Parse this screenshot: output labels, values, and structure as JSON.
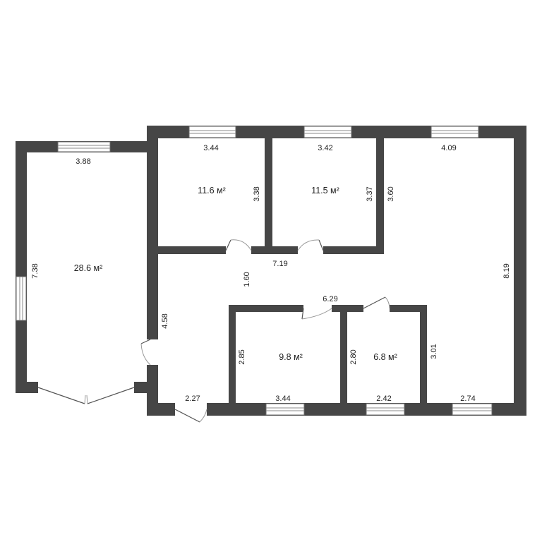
{
  "rooms": [
    {
      "id": "left-room",
      "area": "28.6 м²"
    },
    {
      "id": "room-top-1",
      "area": "11.6 м²"
    },
    {
      "id": "room-top-2",
      "area": "11.5 м²"
    },
    {
      "id": "room-bottom-1",
      "area": "9.8 м²"
    },
    {
      "id": "room-bottom-2",
      "area": "6.8 м²"
    }
  ],
  "dimensions": {
    "left_top": "3.88",
    "left_height": "7.38",
    "top1_width": "3.44",
    "top1_height": "3.38",
    "top2_width": "3.42",
    "top2_height": "3.37",
    "top3_width": "4.09",
    "top3_height": "3.60",
    "right_height": "8.19",
    "hall_width": "7.19",
    "hall_height": "1.60",
    "hall_left": "4.58",
    "mid_width": "6.29",
    "bottom1_height": "2.85",
    "bottom1_width": "3.44",
    "bottom2_height": "2.80",
    "bottom2_width": "2.42",
    "bottom3_height": "3.01",
    "bottom3_width": "2.74",
    "entry_width": "2.27"
  }
}
